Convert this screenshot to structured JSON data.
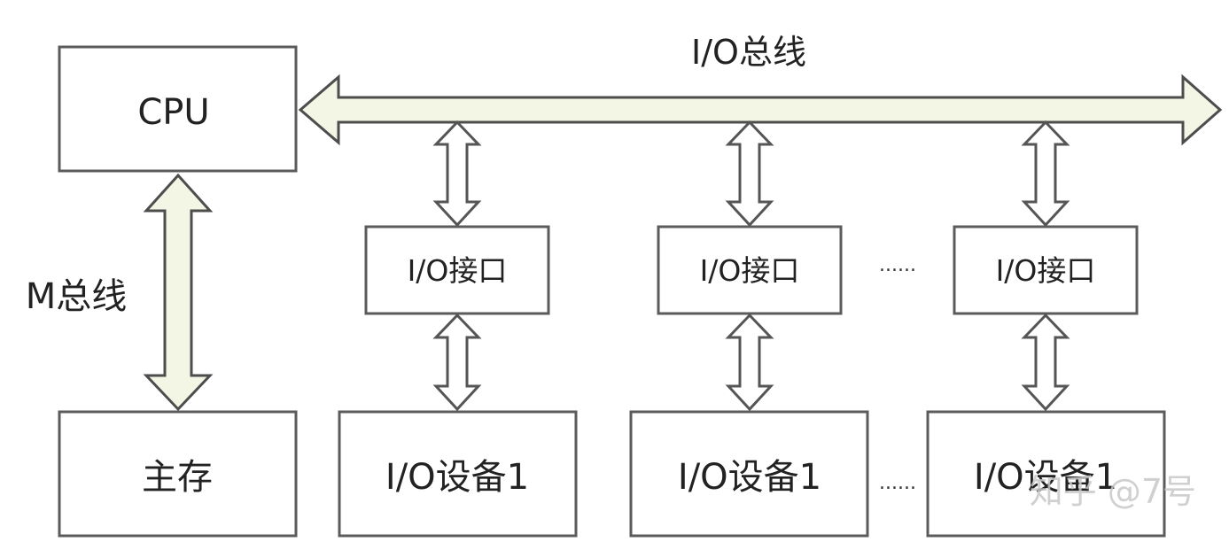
{
  "cpu": {
    "label": "CPU"
  },
  "memory": {
    "label": "主存"
  },
  "m_bus": {
    "label": "M总线"
  },
  "io_bus": {
    "label": "I/O总线"
  },
  "interfaces": [
    {
      "label": "I/O接口"
    },
    {
      "label": "I/O接口"
    },
    {
      "label": "I/O接口"
    }
  ],
  "devices": [
    {
      "label": "I/O设备1"
    },
    {
      "label": "I/O设备1"
    },
    {
      "label": "I/O设备1"
    }
  ],
  "ellipsis_interfaces": "......",
  "ellipsis_devices": "......",
  "watermark": "知乎 @7号",
  "colors": {
    "bus_fill": "#f3f6e4",
    "stroke": "#555555"
  }
}
